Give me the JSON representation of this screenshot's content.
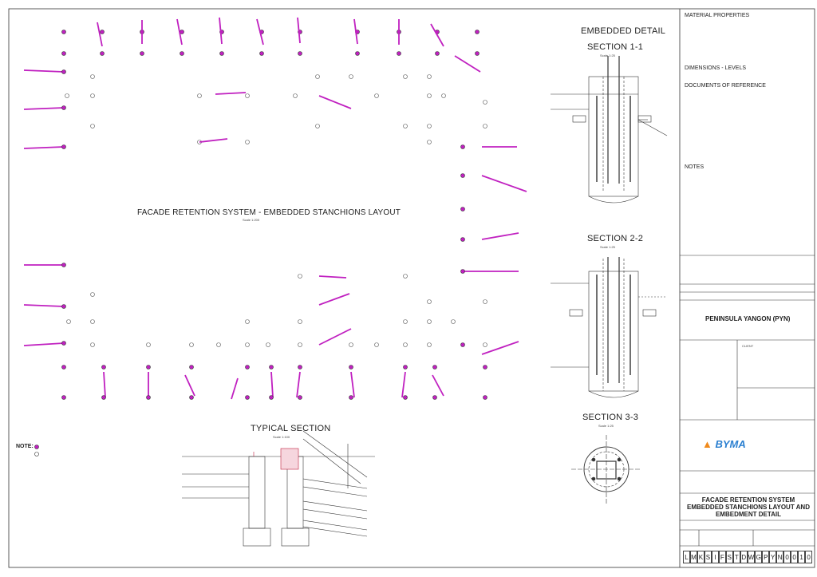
{
  "layout_title": "FACADE RETENTION SYSTEM - EMBEDDED STANCHIONS LAYOUT",
  "layout_scale": "Scale 1:200",
  "embedded_detail_title": "EMBEDDED DETAIL",
  "section_1": {
    "title": "SECTION 1-1",
    "scale": "Scale 1:25"
  },
  "section_2": {
    "title": "SECTION 2-2",
    "scale": "Scale 1:25"
  },
  "section_3": {
    "title": "SECTION 3-3",
    "scale": "Scale 1:25"
  },
  "typical_section": {
    "title": "TYPICAL SECTION",
    "scale": "Scale 1:100"
  },
  "note_label": "NOTE:",
  "panel": {
    "material_properties": "MATERIAL PROPERTIES",
    "dimensions_levels": "DIMENSIONS - LEVELS",
    "documents_of_reference": "DOCUMENTS OF REFERENCE",
    "notes": "NOTES"
  },
  "titleblock": {
    "project": "PENINSULA YANGON (PYN)",
    "client": "CLIENT",
    "logo": "BYMA",
    "drawing_title": "FACADE RETENTION SYSTEM EMBEDDED STANCHIONS LAYOUT AND EMBEDMENT DETAIL",
    "drawing_code": [
      "L",
      "M",
      "K",
      "S",
      "I",
      "F",
      "S",
      "T",
      "D",
      "W",
      "G",
      "P",
      "Y",
      "N",
      "0",
      "0",
      "1",
      "0"
    ]
  },
  "colors": {
    "stanchion": "#c020c0",
    "dim": "#c02040",
    "line": "#333333"
  }
}
